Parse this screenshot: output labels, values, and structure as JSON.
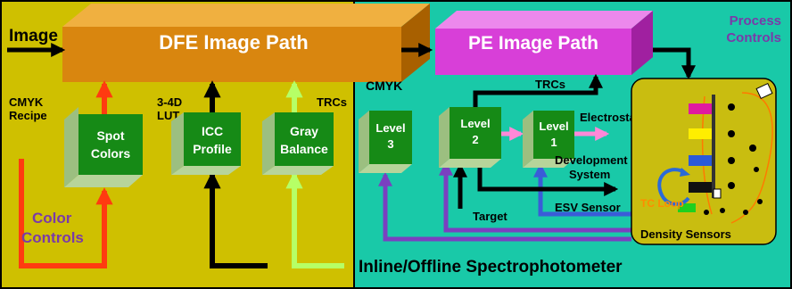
{
  "colors": {
    "left_panel": "#cfc000",
    "right_panel": "#19c9a8",
    "dfe_box": "#d9860f",
    "pe_box": "#d83fd8",
    "green_box": "#168a16",
    "purple_text": "#7a3aa8",
    "orange_text": "#ff8c00",
    "engine_bg": "#c9bd10"
  },
  "icons": [
    "printer-engine-illustration"
  ],
  "left": {
    "image_label": "Image",
    "dfe_title": "DFE Image Path",
    "cmyk_recipe_line1": "CMYK",
    "cmyk_recipe_line2": "Recipe",
    "lut_line1": "3-4D",
    "lut_line2": "LUT",
    "trcs": "TRCs",
    "spot_line1": "Spot",
    "spot_line2": "Colors",
    "icc_line1": "ICC",
    "icc_line2": "Profile",
    "gray_line1": "Gray",
    "gray_line2": "Balance",
    "color_controls_line1": "Color",
    "color_controls_line2": "Controls"
  },
  "right": {
    "cmyk": "CMYK",
    "pe_title": "PE Image Path",
    "process_line1": "Process",
    "process_line2": "Controls",
    "trcs": "TRCs",
    "level3_line1": "Level",
    "level3_line2": "3",
    "level2_line1": "Level",
    "level2_line2": "2",
    "level1_line1": "Level",
    "level1_line2": "1",
    "electrostatics": "Electrostatics",
    "development_line1": "Development",
    "development_line2": "System",
    "target": "Target",
    "esv_sensor": "ESV Sensor",
    "tc_loop": "TC Loop",
    "density_sensors": "Density Sensors",
    "spectrophotometer": "Inline/Offline Spectrophotometer"
  }
}
